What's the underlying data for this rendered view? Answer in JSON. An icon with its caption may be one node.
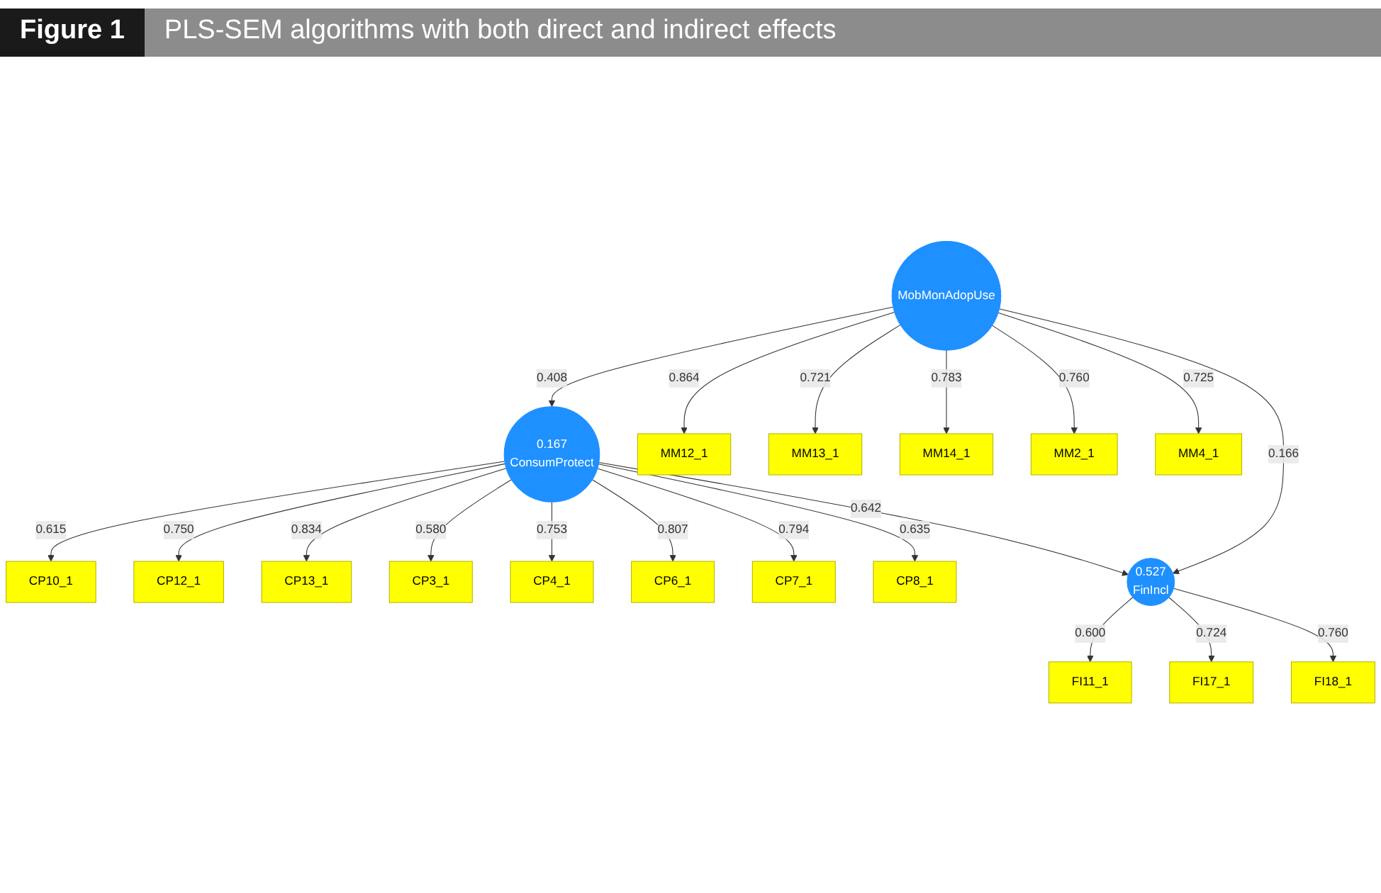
{
  "diagram": {
    "title": "PLS-SEM algorithms with both direct and indirect effects",
    "nodes": [
      {
        "text": [
          "CP10_1"
        ]
      },
      {
        "text": [
          "CP12_1"
        ]
      },
      {
        "text": [
          "CP13_1"
        ]
      },
      {
        "text": [
          "CP3_1"
        ]
      },
      {
        "text": [
          "CP4_1"
        ]
      },
      {
        "text": [
          "CP6_1"
        ]
      },
      {
        "text": [
          "CP7_1"
        ]
      },
      {
        "text": [
          "CP8_1"
        ]
      },
      {
        "text": [
          "0.167",
          "ConsumProtect"
        ]
      },
      {
        "text": [
          "MM12_1"
        ]
      },
      {
        "text": [
          "MM13_1"
        ]
      },
      {
        "text": [
          "MM14_1"
        ]
      },
      {
        "text": [
          "MM2_1"
        ]
      },
      {
        "text": [
          "MM4_1"
        ]
      },
      {
        "text": [
          "MobMonAdopUse"
        ]
      },
      {
        "text": [
          "0.527",
          "FinIncl"
        ]
      },
      {
        "text": [
          "FI11_1"
        ]
      },
      {
        "text": [
          "FI17_1"
        ]
      },
      {
        "text": [
          "FI18_1"
        ]
      }
    ],
    "edges": [
      {
        "from": 8,
        "to": 0,
        "arrow": "to",
        "label": "0.615"
      },
      {
        "from": 8,
        "to": 1,
        "arrow": "to",
        "label": "0.750"
      },
      {
        "from": 8,
        "to": 2,
        "arrow": "to",
        "label": "0.834"
      },
      {
        "from": 8,
        "to": 3,
        "arrow": "to",
        "label": "0.580"
      },
      {
        "from": 8,
        "to": 4,
        "arrow": "to",
        "label": "0.753"
      },
      {
        "from": 8,
        "to": 5,
        "arrow": "to",
        "label": "0.807"
      },
      {
        "from": 8,
        "to": 6,
        "arrow": "to",
        "label": "0.794"
      },
      {
        "from": 8,
        "to": 7,
        "arrow": "to",
        "label": "0.635"
      },
      {
        "from": 14,
        "to": 8,
        "arrow": "to",
        "label": "0.408"
      },
      {
        "from": 8,
        "to": 15,
        "arrow": "to",
        "label": "0.642"
      },
      {
        "from": 14,
        "to": 9,
        "arrow": "to",
        "label": "0.864"
      },
      {
        "from": 14,
        "to": 10,
        "arrow": "to",
        "label": "0.721"
      },
      {
        "from": 14,
        "to": 11,
        "arrow": "to",
        "label": "0.783"
      },
      {
        "from": 14,
        "to": 12,
        "arrow": "to",
        "label": "0.760"
      },
      {
        "from": 14,
        "to": 13,
        "arrow": "to",
        "label": "0.725"
      },
      {
        "from": 14,
        "to": 15,
        "arrow": "to",
        "label": "0.166"
      },
      {
        "from": 15,
        "to": 16,
        "arrow": "to",
        "label": "0.600"
      },
      {
        "from": 15,
        "to": 17,
        "arrow": "to",
        "label": "0.724"
      },
      {
        "from": 15,
        "to": 18,
        "arrow": "to",
        "label": "0.760"
      }
    ],
    "labels": [
      "Figure 1"
    ]
  }
}
